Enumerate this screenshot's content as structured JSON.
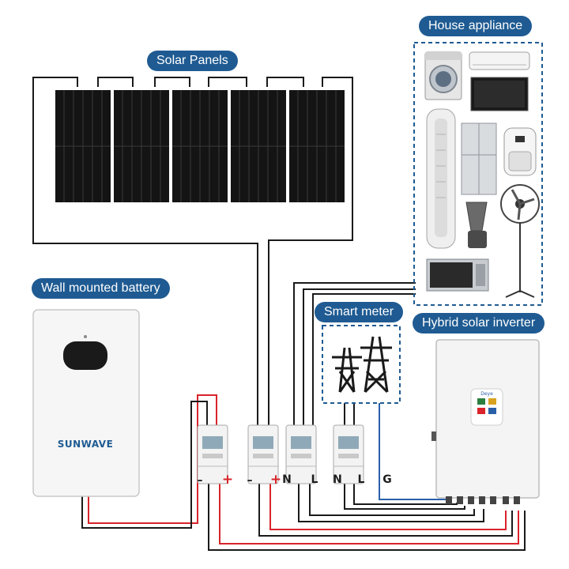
{
  "labels": {
    "solar_panels": "Solar Panels",
    "house_appliance": "House appliance",
    "wall_battery": "Wall mounted battery",
    "smart_meter": "Smart meter",
    "hybrid_inverter": "Hybrid solar inverter"
  },
  "battery": {
    "brand": "SUNWAVE"
  },
  "inverter": {
    "brand": "Deye"
  },
  "terminals": {
    "minus_1": "–",
    "plus_1": "+",
    "minus_2": "–",
    "plus_2": "+",
    "n_1": "N",
    "l_1": "L",
    "n_2": "N",
    "l_2": "L",
    "g": "G"
  },
  "colors": {
    "label_bg": "#1f5b92",
    "wire_black": "#1a1a1a",
    "wire_red": "#d8242a",
    "wire_blue": "#2a5fa8",
    "panel_cell": "#141414",
    "dashed_border": "#1f5b92"
  },
  "appliances": [
    "washing-machine",
    "air-conditioner",
    "television",
    "tower-air-conditioner",
    "refrigerator",
    "air-fryer",
    "blender",
    "standing-fan",
    "microwave"
  ]
}
